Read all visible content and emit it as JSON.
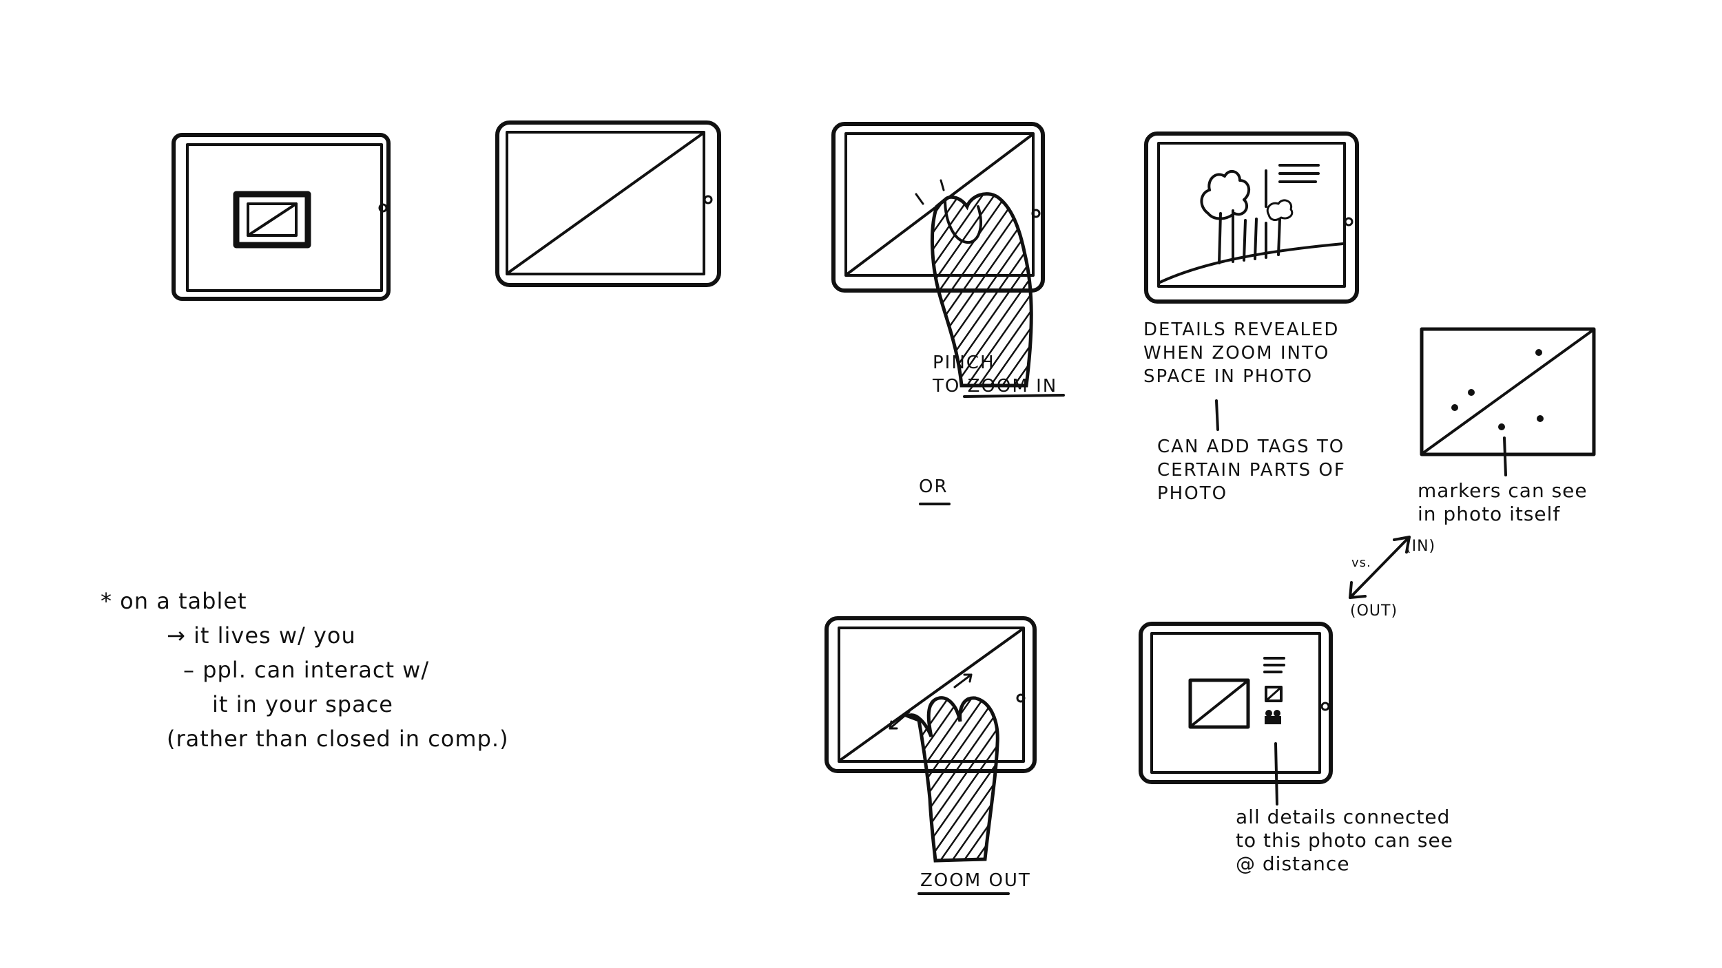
{
  "notes": {
    "pinch": {
      "line1": "PINCH",
      "line2_prefix": "TO ",
      "line2_underlined": "ZOOM IN"
    },
    "or": "OR",
    "details": {
      "line1": "DETAILS REVEALED",
      "line2": "WHEN ZOOM INTO",
      "line3": "SPACE IN PHOTO"
    },
    "tags": {
      "line1": "CAN ADD TAGS TO",
      "line2": "CERTAIN PARTS OF",
      "line3": "PHOTO"
    },
    "markers": {
      "line1": "markers can see",
      "line2": "in photo itself"
    },
    "vs": "vs.",
    "in": "(IN)",
    "out": "(OUT)",
    "zoom_out": "ZOOM OUT",
    "all_details": {
      "line1": "all details connected",
      "line2": "to this photo can see",
      "line3": "@ distance"
    },
    "tablet": {
      "line1": "* on a tablet",
      "line2": "→ it lives w/ you",
      "line3": "– ppl. can interact w/",
      "line4": "it in your space",
      "line5": "(rather than closed in comp.)"
    }
  },
  "colors": {
    "ink": "#111111",
    "paper": "#ffffff"
  }
}
